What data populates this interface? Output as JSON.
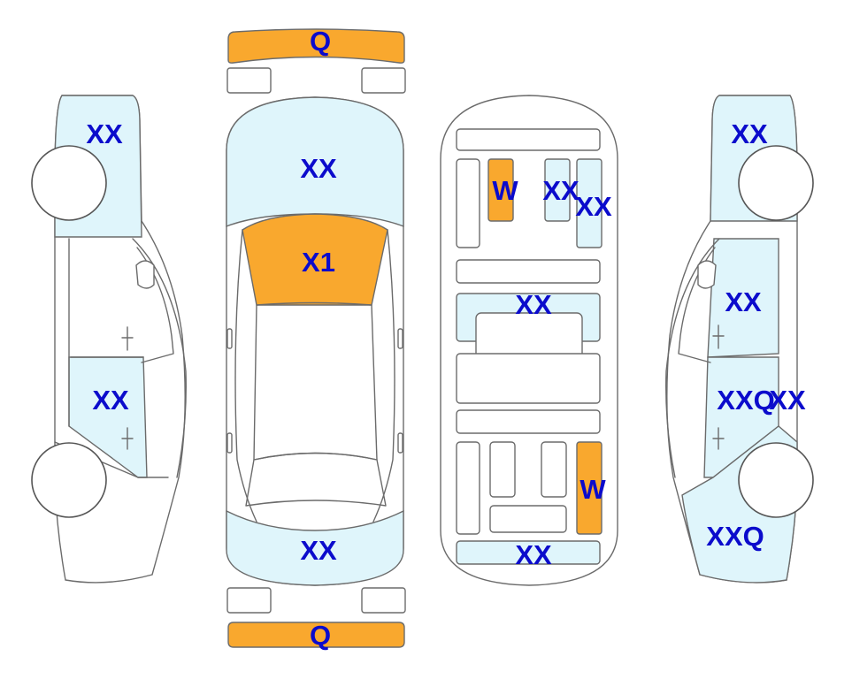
{
  "colors": {
    "light_blue": "#dff5fb",
    "orange": "#f9a82e",
    "label": "#0b0bcc",
    "outline": "#6b6b6b"
  },
  "marks": {
    "front_bumper": "Q",
    "hood": "XX",
    "windshield": "X1",
    "roof_rear": "XX",
    "rear_bumper": "Q",
    "left_front_fender": "XX",
    "left_rear_door": "XX",
    "underbody_front_member": "W",
    "underbody_front_a": "XX",
    "underbody_front_b": "XX",
    "underbody_floor": "XX",
    "underbody_rear_member": "W",
    "underbody_rear": "XX",
    "right_front_fender": "XX",
    "right_front_door": "XX",
    "right_rear_door_a": "XXQ",
    "right_rear_door_b": "XX",
    "right_quarter_panel": "XXQ"
  }
}
